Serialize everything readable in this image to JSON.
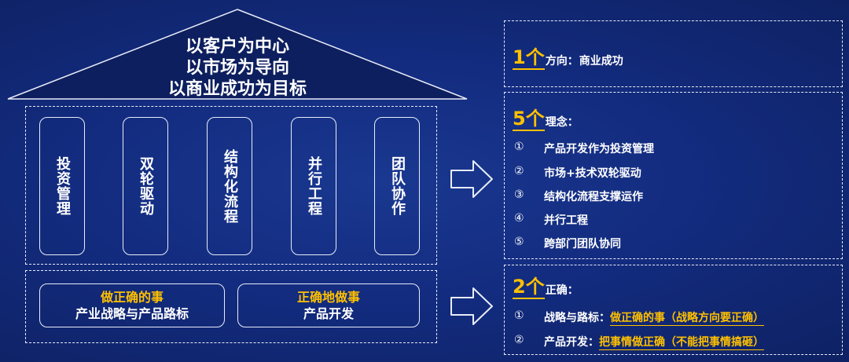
{
  "roof": {
    "lines": [
      "以客户为中心",
      "以市场为导向",
      "以商业成功为目标"
    ]
  },
  "pillars": [
    "投资管理",
    "双轮驱动",
    "结构化流程",
    "并行工程",
    "团队协作"
  ],
  "foundation": [
    {
      "title": "做正确的事",
      "sub": "产业战略与产品路标"
    },
    {
      "title": "正确地做事",
      "sub": "产品开发"
    }
  ],
  "panels": {
    "direction": {
      "num": "1个",
      "label": "方向：",
      "text": "商业成功"
    },
    "concepts": {
      "num": "5个",
      "label": "理念：",
      "items": [
        {
          "marker": "①",
          "text": "产品开发作为投资管理"
        },
        {
          "marker": "②",
          "text": "市场+技术双轮驱动"
        },
        {
          "marker": "③",
          "text": "结构化流程支撑运作"
        },
        {
          "marker": "④",
          "text": "并行工程"
        },
        {
          "marker": "⑤",
          "text": "跨部门团队协同"
        }
      ]
    },
    "correct": {
      "num": "2个",
      "label": "正确：",
      "items": [
        {
          "marker": "①",
          "prefix": "战略与路标：",
          "highlight": "做正确的事（战略方向要正确）"
        },
        {
          "marker": "②",
          "prefix": "产品开发：",
          "highlight": "把事情做正确（不能把事情搞砸）"
        }
      ]
    }
  },
  "colors": {
    "background": "#132c80",
    "accent": "#ffc000",
    "line": "#e8ecf8"
  }
}
